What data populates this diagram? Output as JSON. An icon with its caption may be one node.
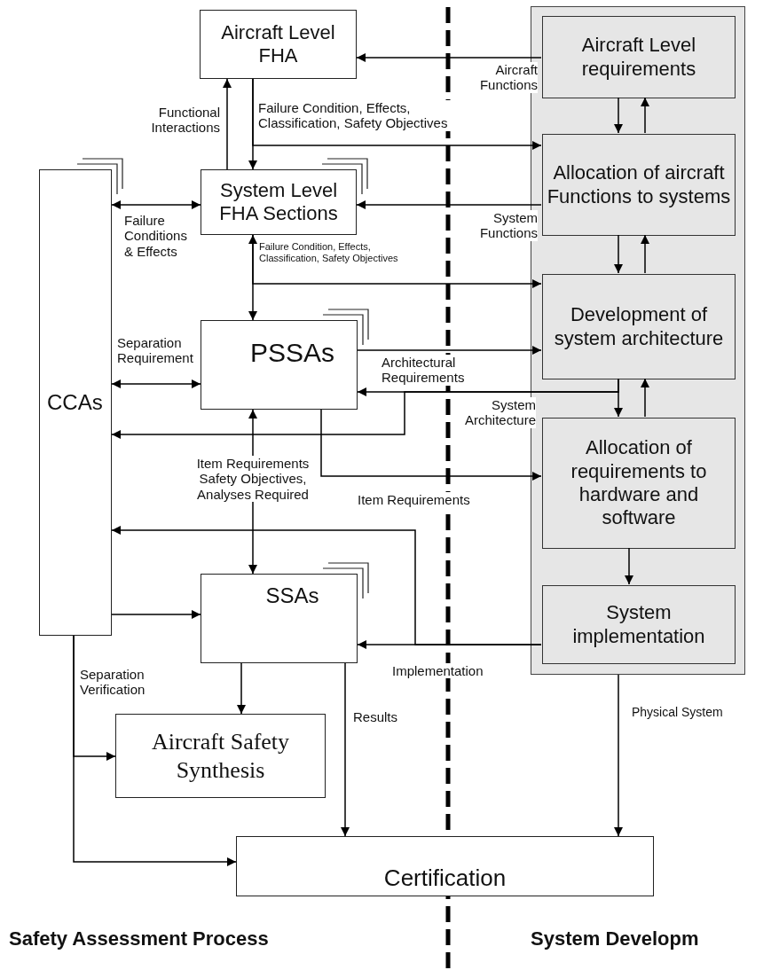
{
  "diagram": {
    "nodes": [
      {
        "text": [
          "Aircraft Level FHA"
        ]
      },
      {
        "text": [
          "System Level FHA Sections"
        ]
      },
      {
        "text": [
          "CCAs"
        ]
      },
      {
        "text": [
          "PSSAs"
        ]
      },
      {
        "text": [
          "SSAs"
        ]
      },
      {
        "text": [
          "Aircraft Safety Synthesis"
        ]
      },
      {
        "text": [
          "Certification"
        ]
      },
      {
        "text": [],
        "shape": "box"
      },
      {
        "text": [
          "Aircraft Level requirements"
        ],
        "in": 7
      },
      {
        "text": [
          "Allocation of aircraft Functions to systems"
        ],
        "in": 7
      },
      {
        "text": [
          "Development of system architecture"
        ],
        "in": 7
      },
      {
        "text": [
          "Allocation of requirements to hardware and software"
        ],
        "in": 7
      },
      {
        "text": [
          "System implementation"
        ],
        "in": 7
      }
    ],
    "edges": [
      {
        "from": 8,
        "to": 0,
        "arrow": "to",
        "label": "Aircraft Functions"
      },
      {
        "from": 0,
        "to": 1,
        "arrow": "to"
      },
      {
        "from": 0,
        "to": 9,
        "arrow": "to",
        "label": "Failure Condition, Effects, Classification, Safety Objectives"
      },
      {
        "from": 1,
        "to": 0,
        "arrow": "to",
        "label": "Functional Interactions"
      },
      {
        "from": 2,
        "to": 1,
        "arrow": "both",
        "label": "Failure Conditions & Effects"
      },
      {
        "from": 9,
        "to": 1,
        "arrow": "to",
        "label": "System Functions"
      },
      {
        "from": 1,
        "to": 3,
        "arrow": "both"
      },
      {
        "from": 1,
        "to": 10,
        "arrow": "to",
        "label": "Failure Condition, Effects, Classification, Safety Objectives"
      },
      {
        "from": 3,
        "to": 10,
        "arrow": "to",
        "label": "Architectural Requirements"
      },
      {
        "from": 10,
        "to": 11,
        "arrow": "to"
      },
      {
        "from": 10,
        "to": 3,
        "arrow": "to",
        "label": "System Architecture"
      },
      {
        "from": 10,
        "to": 2,
        "arrow": "to"
      },
      {
        "from": 3,
        "to": 11,
        "arrow": "to",
        "label": "Item Requirements"
      },
      {
        "from": 3,
        "to": 4,
        "arrow": "both",
        "label": "Item Requirements Safety Objectives, Analyses Required"
      },
      {
        "from": 12,
        "to": 4,
        "arrow": "to",
        "label": "Implementation"
      },
      {
        "from": 12,
        "to": 2,
        "arrow": "to"
      },
      {
        "from": 2,
        "to": 4,
        "arrow": "to"
      },
      {
        "from": 4,
        "to": 5,
        "arrow": "to"
      },
      {
        "from": 2,
        "to": 5,
        "arrow": "to",
        "label": "Separation Verification"
      },
      {
        "from": 2,
        "to": 6,
        "arrow": "to"
      },
      {
        "from": 4,
        "to": 6,
        "arrow": "to",
        "label": "Results"
      },
      {
        "from": 7,
        "to": 6,
        "arrow": "to",
        "label": "Physical System"
      },
      {
        "from": 2,
        "to": 3,
        "arrow": "both",
        "label": "Separation Requirement"
      },
      {
        "from": 8,
        "to": 9,
        "arrow": "to"
      },
      {
        "from": 9,
        "to": 8,
        "arrow": "to"
      },
      {
        "from": 9,
        "to": 10,
        "arrow": "to"
      },
      {
        "from": 10,
        "to": 9,
        "arrow": "to"
      },
      {
        "from": 11,
        "to": 10,
        "arrow": "to"
      },
      {
        "from": 11,
        "to": 12,
        "arrow": "to"
      }
    ],
    "labels": [
      "Safety Assessment Process",
      "System Developm"
    ]
  }
}
